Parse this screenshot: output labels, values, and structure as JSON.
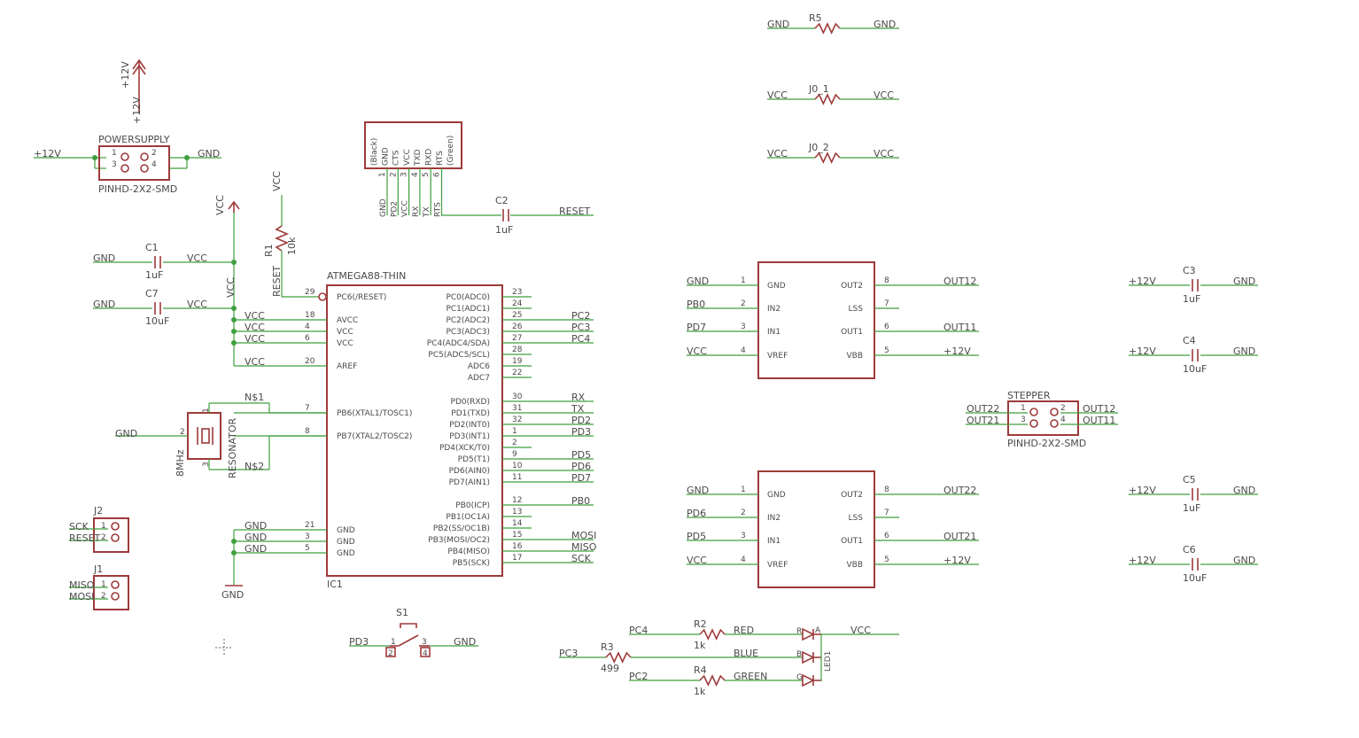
{
  "power": {
    "v12_sym": "+12V",
    "v12_net": "+12V",
    "gnd": "GND",
    "name": "POWERSUPPLY",
    "package": "PINHD-2X2-SMD",
    "pins": [
      "1",
      "2",
      "3",
      "4"
    ]
  },
  "ftdi": {
    "pins_labels": [
      "(Black)",
      "GND",
      "CTS",
      "VCC",
      "TXD",
      "RXD",
      "RTS",
      "(Green)"
    ],
    "pin_numbers": [
      "1",
      "2",
      "3",
      "4",
      "5",
      "6"
    ],
    "nets": [
      "GND",
      "PD2",
      "VCC",
      "RX",
      "TX",
      "RTS"
    ]
  },
  "c2": {
    "name": "C2",
    "value": "1uF",
    "net": "RESET"
  },
  "r1": {
    "name": "R1",
    "value": "10k",
    "vcc": "VCC",
    "net": "RESET"
  },
  "vcc_sym": "VCC",
  "caps_left": [
    {
      "name": "C1",
      "value": "1uF",
      "gnd": "GND",
      "vcc": "VCC"
    },
    {
      "name": "C7",
      "value": "10uF",
      "gnd": "GND",
      "vcc": "VCC"
    }
  ],
  "vcc_rail_label": "VCC",
  "mcu": {
    "name": "ATMEGA88-THIN",
    "ref": "IC1",
    "left_pins": [
      {
        "num": "29",
        "label": "PC6(/RESET)"
      },
      {
        "num": "18",
        "label": "AVCC",
        "net": "VCC"
      },
      {
        "num": "4",
        "label": "VCC",
        "net": "VCC"
      },
      {
        "num": "6",
        "label": "VCC",
        "net": "VCC"
      },
      {
        "num": "20",
        "label": "AREF",
        "net": "VCC"
      },
      {
        "num": "7",
        "label": "PB6(XTAL1/TOSC1)",
        "net": "N$1"
      },
      {
        "num": "8",
        "label": "PB7(XTAL2/TOSC2)",
        "net": "N$2"
      },
      {
        "num": "21",
        "label": "GND",
        "net": "GND"
      },
      {
        "num": "3",
        "label": "GND",
        "net": "GND"
      },
      {
        "num": "5",
        "label": "GND",
        "net": "GND"
      }
    ],
    "right_pins": [
      {
        "num": "23",
        "label": "PC0(ADC0)",
        "net": ""
      },
      {
        "num": "24",
        "label": "PC1(ADC1)",
        "net": ""
      },
      {
        "num": "25",
        "label": "PC2(ADC2)",
        "net": "PC2"
      },
      {
        "num": "26",
        "label": "PC3(ADC3)",
        "net": "PC3"
      },
      {
        "num": "27",
        "label": "PC4(ADC4/SDA)",
        "net": "PC4"
      },
      {
        "num": "28",
        "label": "PC5(ADC5/SCL)",
        "net": ""
      },
      {
        "num": "19",
        "label": "ADC6",
        "net": ""
      },
      {
        "num": "22",
        "label": "ADC7",
        "net": ""
      },
      {
        "num": "30",
        "label": "PD0(RXD)",
        "net": "RX"
      },
      {
        "num": "31",
        "label": "PD1(TXD)",
        "net": "TX"
      },
      {
        "num": "32",
        "label": "PD2(INT0)",
        "net": "PD2"
      },
      {
        "num": "1",
        "label": "PD3(INT1)",
        "net": "PD3"
      },
      {
        "num": "2",
        "label": "PD4(XCK/T0)",
        "net": ""
      },
      {
        "num": "9",
        "label": "PD5(T1)",
        "net": "PD5"
      },
      {
        "num": "10",
        "label": "PD6(AIN0)",
        "net": "PD6"
      },
      {
        "num": "11",
        "label": "PD7(AIN1)",
        "net": "PD7"
      },
      {
        "num": "12",
        "label": "PB0(ICP)",
        "net": "PB0"
      },
      {
        "num": "13",
        "label": "PB1(OC1A)",
        "net": ""
      },
      {
        "num": "14",
        "label": "PB2(SS/OC1B)",
        "net": ""
      },
      {
        "num": "15",
        "label": "PB3(MOSI/OC2)",
        "net": "MOSI"
      },
      {
        "num": "16",
        "label": "PB4(MISO)",
        "net": "MISO"
      },
      {
        "num": "17",
        "label": "PB5(SCK)",
        "net": "SCK"
      }
    ]
  },
  "resonator": {
    "name": "RESONATOR",
    "value": "8MHz",
    "gnd": "GND",
    "pins": [
      "1",
      "2",
      "3"
    ],
    "net1": "N$1",
    "net2": "N$2"
  },
  "gnd_sym": "GND",
  "j2": {
    "name": "J2",
    "nets": [
      "SCK",
      "RESET"
    ],
    "pins": [
      "1",
      "2"
    ]
  },
  "j1": {
    "name": "J1",
    "nets": [
      "MISO",
      "MOSI"
    ],
    "pins": [
      "1",
      "2"
    ]
  },
  "s1": {
    "name": "S1",
    "left_net": "PD3",
    "right_net": "GND",
    "pins": [
      "1",
      "3",
      "2",
      "4"
    ]
  },
  "leds": {
    "name": "LED1",
    "vcc": "VCC",
    "rows": [
      {
        "net": "PC4",
        "res": "R2",
        "value": "1k",
        "color": "RED",
        "pin": "R",
        "pin2": "A"
      },
      {
        "net": "PC3",
        "res": "R3",
        "value": "499",
        "color": "BLUE",
        "pin": "B"
      },
      {
        "net": "PC2",
        "res": "R4",
        "value": "1k",
        "color": "GREEN",
        "pin": "G"
      }
    ]
  },
  "top_res": [
    {
      "name": "R5",
      "left": "GND",
      "right": "GND"
    },
    {
      "name": "J0_1",
      "left": "VCC",
      "right": "VCC"
    },
    {
      "name": "J0_2",
      "left": "VCC",
      "right": "VCC"
    }
  ],
  "drivers": [
    {
      "pins": [
        {
          "num": "1",
          "label": "GND",
          "net": "GND"
        },
        {
          "num": "2",
          "label": "IN2",
          "net": "PB0"
        },
        {
          "num": "3",
          "label": "IN1",
          "net": "PD7"
        },
        {
          "num": "4",
          "label": "VREF",
          "net": "VCC"
        }
      ],
      "rpins": [
        {
          "num": "8",
          "label": "OUT2",
          "net": "OUT12"
        },
        {
          "num": "7",
          "label": "LSS",
          "net": ""
        },
        {
          "num": "6",
          "label": "OUT1",
          "net": "OUT11"
        },
        {
          "num": "5",
          "label": "VBB",
          "net": "+12V"
        }
      ]
    },
    {
      "pins": [
        {
          "num": "1",
          "label": "GND",
          "net": "GND"
        },
        {
          "num": "2",
          "label": "IN2",
          "net": "PD6"
        },
        {
          "num": "3",
          "label": "IN1",
          "net": "PD5"
        },
        {
          "num": "4",
          "label": "VREF",
          "net": "VCC"
        }
      ],
      "rpins": [
        {
          "num": "8",
          "label": "OUT2",
          "net": "OUT22"
        },
        {
          "num": "7",
          "label": "LSS",
          "net": ""
        },
        {
          "num": "6",
          "label": "OUT1",
          "net": "OUT21"
        },
        {
          "num": "5",
          "label": "VBB",
          "net": "+12V"
        }
      ]
    }
  ],
  "caps_right": [
    {
      "name": "C3",
      "value": "1uF",
      "left": "+12V",
      "right": "GND"
    },
    {
      "name": "C4",
      "value": "10uF",
      "left": "+12V",
      "right": "GND"
    },
    {
      "name": "C5",
      "value": "1uF",
      "left": "+12V",
      "right": "GND"
    },
    {
      "name": "C6",
      "value": "10uF",
      "left": "+12V",
      "right": "GND"
    }
  ],
  "stepper": {
    "name": "STEPPER",
    "package": "PINHD-2X2-SMD",
    "pins": [
      "1",
      "2",
      "3",
      "4"
    ],
    "left_nets": [
      "OUT22",
      "OUT21"
    ],
    "right_nets": [
      "OUT12",
      "OUT11"
    ]
  }
}
